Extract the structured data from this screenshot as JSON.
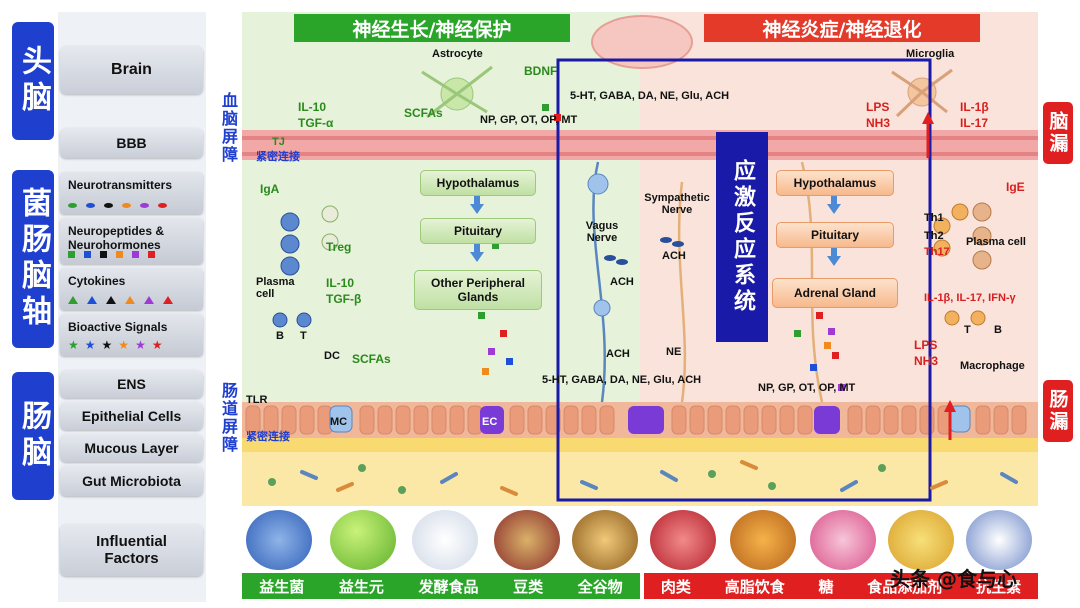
{
  "left": {
    "cat_head": "头脑",
    "cat_gutbrain_axis": "菌肠脑轴",
    "cat_gut": "肠脑",
    "brain": "Brain",
    "bbb": "BBB",
    "neurotransmitters": "Neurotransmitters",
    "neuropeptides": "Neuropeptides & Neurohormones",
    "cytokines": "Cytokines",
    "bioactive": "Bioactive Signals",
    "ens": "ENS",
    "epithelial": "Epithelial Cells",
    "mucous": "Mucous Layer",
    "microbiota": "Gut Microbiota",
    "influential": "Influential Factors"
  },
  "barriers": {
    "bbb": "血脑屏障",
    "gut": "肠道屏障",
    "tj_top": "TJ",
    "tight_top": "紧密连接",
    "tlr": "TLR",
    "tight_bottom": "紧密连接"
  },
  "headers": {
    "left": "神经生长/神经保护",
    "right": "神经炎症/神经退化",
    "center": "应激反应系统"
  },
  "labels": {
    "astrocyte": "Astrocyte",
    "bdnf": "BDNF",
    "microglia": "Microglia",
    "il10": "IL-10",
    "tgfa": "TGF-α",
    "scfas_top": "SCFAs",
    "nt_top": "5-HT, GABA, DA, NE, Glu, ACH",
    "np_top": "NP, GP, OT, OP, MT",
    "lps_top": "LPS",
    "nh3_top": "NH3",
    "il1b_top": "IL-1β",
    "il17_top": "IL-17",
    "iga": "IgA",
    "treg": "Treg",
    "plasma_left": "Plasma cell",
    "il10_mid": "IL-10",
    "tgfb": "TGF-β",
    "b_left": "B",
    "t_left": "T",
    "dc": "DC",
    "scfas_bottom": "SCFAs",
    "mc": "MC",
    "ec": "EC",
    "vagus": "Vagus Nerve",
    "sympathetic": "Sympathetic Nerve",
    "ach_mid": "ACH",
    "ach_vagus": "ACH",
    "ach_bottom": "ACH",
    "ne_bottom": "NE",
    "nt_bottom": "5-HT, GABA, DA, NE, Glu, ACH",
    "np_bottom": "NP, GP, OT, OP, MT",
    "ige": "IgE",
    "th1": "Th1",
    "th2": "Th2",
    "th17": "Th17",
    "plasma_right": "Plasma cell",
    "cytokines_right": "IL-1β, IL-17, IFN-γ",
    "t_right": "T",
    "b_right": "B",
    "lps_bottom": "LPS",
    "nh3_bottom": "NH3",
    "macrophage": "Macrophage"
  },
  "boxes": {
    "hyp_left": "Hypothalamus",
    "pit_left": "Pituitary",
    "other_glands": "Other Peripheral Glands",
    "hyp_right": "Hypothalamus",
    "pit_right": "Pituitary",
    "adrenal": "Adrenal Gland"
  },
  "leak": {
    "brain": "脑漏",
    "gut": "肠漏"
  },
  "foods_good": [
    "益生菌",
    "益生元",
    "发酵食品",
    "豆类",
    "全谷物"
  ],
  "foods_bad": [
    "肉类",
    "高脂饮食",
    "糖",
    "食品添加剂",
    "抗生素"
  ],
  "watermark": "头条 @食与心",
  "colors": {
    "nav_blue": "#1f3fcf",
    "green": "#2a8a1c",
    "red": "#e02020",
    "frame": "#1a1aa8"
  }
}
